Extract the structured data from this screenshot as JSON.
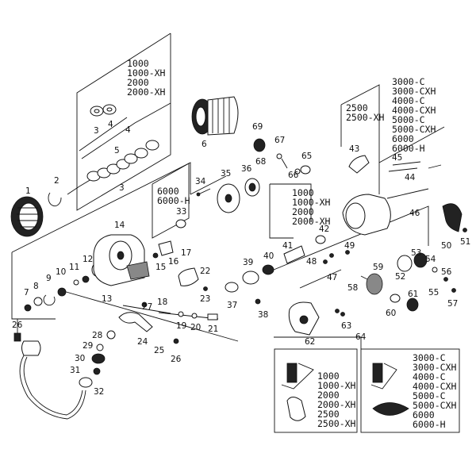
{
  "labels": {
    "l1": "1",
    "l2": "2",
    "l3a": "3",
    "l3b": "3",
    "l4a": "4",
    "l4b": "4",
    "l5": "5",
    "l6": "6",
    "l7": "7",
    "l8": "8",
    "l9": "9",
    "l10": "10",
    "l11": "11",
    "l12": "12",
    "l13": "13",
    "l14": "14",
    "l15": "15",
    "l16": "16",
    "l17": "17",
    "l18": "18",
    "l19": "19",
    "l20": "20",
    "l21": "21",
    "l22": "22",
    "l23": "23",
    "l24": "24",
    "l25": "25",
    "l26a": "26",
    "l26b": "26",
    "l27": "27",
    "l28": "28",
    "l29": "29",
    "l30": "30",
    "l31": "31",
    "l32": "32",
    "l33": "33",
    "l34": "34",
    "l35": "35",
    "l36": "36",
    "l37": "37",
    "l38": "38",
    "l39": "39",
    "l40": "40",
    "l41": "41",
    "l42": "42",
    "l43": "43",
    "l44": "44",
    "l45": "45",
    "l46": "46",
    "l47": "47",
    "l48": "48",
    "l49": "49",
    "l50": "50",
    "l51": "51",
    "l52": "52",
    "l53": "53",
    "l54": "54",
    "l55": "55",
    "l56": "56",
    "l57": "57",
    "l58": "58",
    "l59": "59",
    "l60": "60",
    "l61": "61",
    "l62": "62",
    "l63": "63",
    "l64": "64",
    "l65": "65",
    "l66": "66",
    "l67": "67",
    "l68": "68",
    "l69": "69"
  },
  "model_boxes": {
    "spool_small": [
      "1000",
      "1000-XH",
      "2000",
      "2000-XH"
    ],
    "spool_6000": [
      "6000",
      "6000-H"
    ],
    "rotor_small": [
      "1000",
      "1000-XH",
      "2000",
      "2000-XH"
    ],
    "bail_2500": [
      "2500",
      "2500-XH"
    ],
    "bail_large": [
      "3000-C",
      "3000-CXH",
      "4000-C",
      "4000-CXH",
      "5000-C",
      "5000-CXH",
      "6000",
      "6000-H"
    ],
    "handle_small": [
      "1000",
      "1000-XH",
      "2000",
      "2000-XH",
      "2500",
      "2500-XH"
    ],
    "handle_large": [
      "3000-C",
      "3000-CXH",
      "4000-C",
      "4000-CXH",
      "5000-C",
      "5000-CXH",
      "6000",
      "6000-H"
    ]
  }
}
